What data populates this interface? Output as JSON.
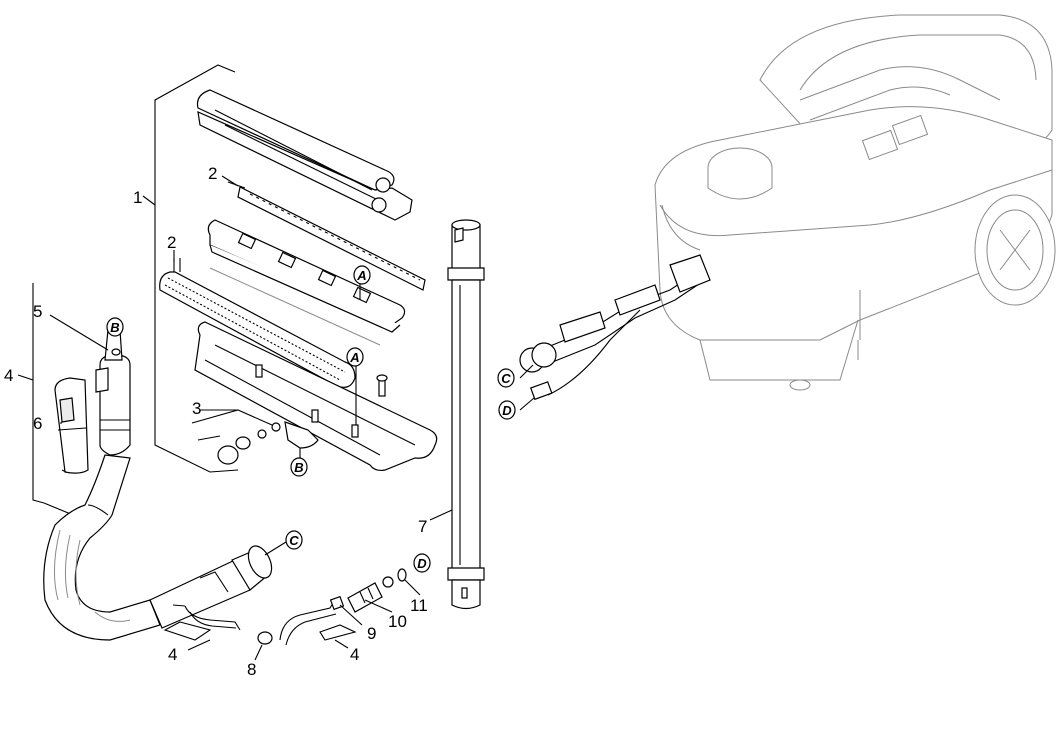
{
  "callouts": {
    "c1": "1",
    "c2a": "2",
    "c2b": "2",
    "c3": "3",
    "c4a": "4",
    "c4b": "4",
    "c4c": "4",
    "c5": "5",
    "c6": "6",
    "c7": "7",
    "c8": "8",
    "c9": "9",
    "c10": "10",
    "c11": "11"
  },
  "refs": {
    "a1": "A",
    "a2": "A",
    "b1": "B",
    "b2": "B",
    "c1": "C",
    "c2": "C",
    "d1": "D",
    "d2": "D"
  },
  "colors": {
    "line": "#000000",
    "faded": "#8a8a8a",
    "fill": "#ffffff"
  }
}
